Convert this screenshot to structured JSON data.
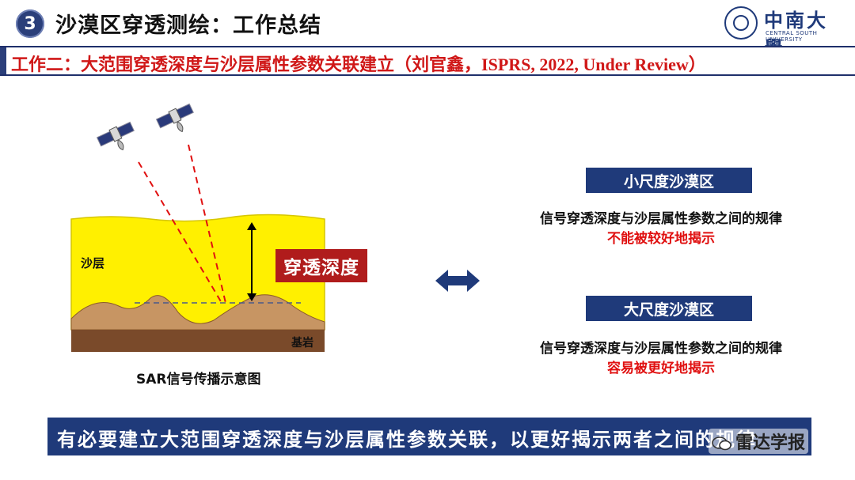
{
  "header": {
    "section_number": "3",
    "title": "沙漠区穿透测绘：工作总结",
    "logo": {
      "cn": "中南大學",
      "en": "CENTRAL SOUTH UNIVERSITY"
    }
  },
  "subtitle": {
    "text_cn": "工作二：大范围穿透深度与沙层属性参数关联建立（刘官鑫，",
    "text_latin": "ISPRS, 2022, Under Review）"
  },
  "diagram": {
    "sand_label": "沙层",
    "bedrock_label": "基岩",
    "penetration_label": "穿透深度",
    "caption": "SAR信号传播示意图"
  },
  "comparison": {
    "small": {
      "badge": "小尺度沙漠区",
      "line1": "信号穿透深度与沙层属性参数之间的规律",
      "line2": "不能被较好地揭示"
    },
    "large": {
      "badge": "大尺度沙漠区",
      "line1": "信号穿透深度与沙层属性参数之间的规律",
      "line2": "容易被更好地揭示"
    }
  },
  "conclusion": "有必要建立大范围穿透深度与沙层属性参数关联，以更好揭示两者之间的规律",
  "watermark": "雷达学报",
  "colors": {
    "navy": "#1f3a7a",
    "red": "#d01818",
    "sand": "#fff000",
    "bedrock": "#7a4a2a"
  }
}
